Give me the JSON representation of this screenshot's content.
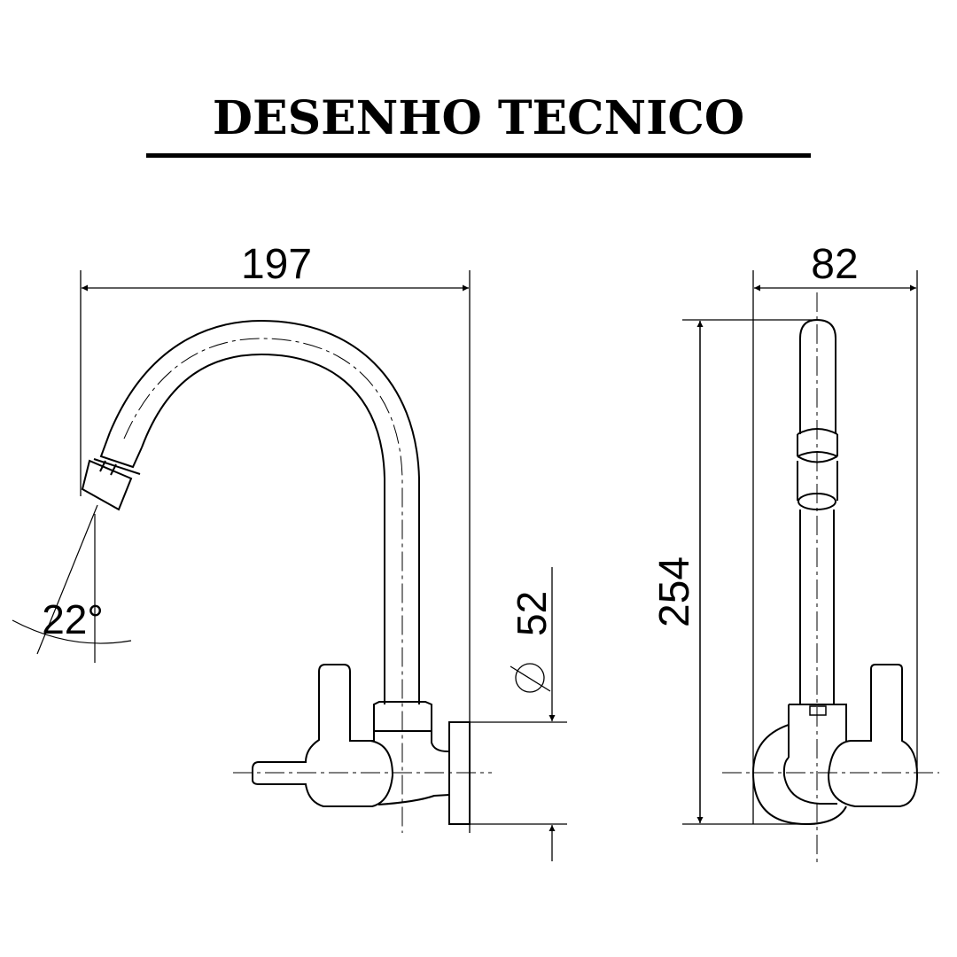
{
  "title": "DESENHO TECNICO",
  "colors": {
    "line": "#000000",
    "background": "#ffffff"
  },
  "views": {
    "side": {
      "dimensions": {
        "width": "197",
        "angle": "22°",
        "diameter": "52",
        "diameter_symbol": "Ø"
      }
    },
    "front": {
      "dimensions": {
        "width": "82",
        "height": "254"
      }
    }
  }
}
